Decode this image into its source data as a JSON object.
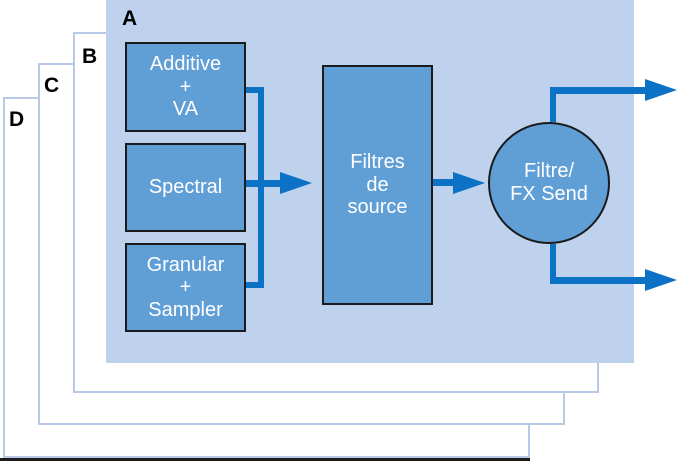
{
  "colors": {
    "panel_fill": "#bed1ed",
    "node_fill": "#609ed6",
    "node_border": "#1b1b1b",
    "connector": "#0b72c6",
    "page_border": "#b7c9e6",
    "label_color": "#000000"
  },
  "layers": {
    "a": {
      "label": "A"
    },
    "b": {
      "label": "B"
    },
    "c": {
      "label": "C"
    },
    "d": {
      "label": "D"
    }
  },
  "nodes": {
    "additive_va": {
      "lines": [
        "Additive",
        "+",
        "VA"
      ]
    },
    "spectral": {
      "lines": [
        "Spectral"
      ]
    },
    "granular_sampler": {
      "lines": [
        "Granular",
        "+",
        "Sampler"
      ]
    },
    "source_filters": {
      "lines": [
        "Filtres",
        "de",
        "source"
      ]
    },
    "filter_fx_send": {
      "lines": [
        "Filtre/",
        "FX Send"
      ]
    }
  }
}
